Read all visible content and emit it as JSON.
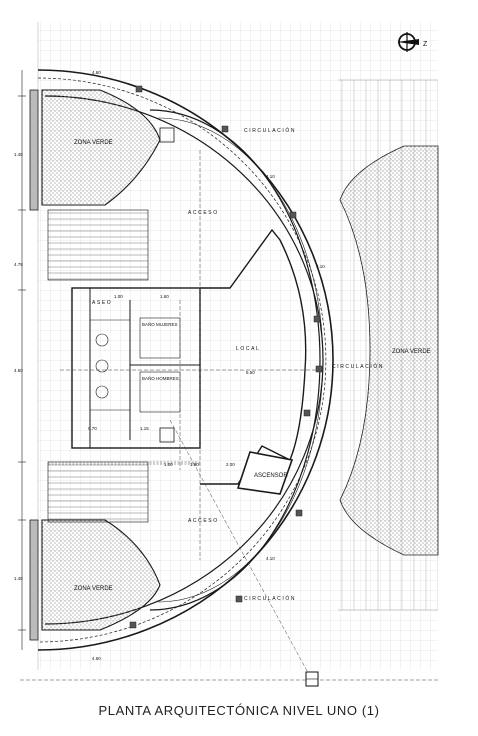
{
  "title": "PLANTA ARQUITECTÓNICA NIVEL UNO (1)",
  "north_label": "Z",
  "labels": {
    "zona_verde": "ZONA VERDE",
    "circulacion": "CIRCULACIÓN",
    "acceso": "ACCESO",
    "local": "LOCAL",
    "aseo": "ASEO",
    "ascensor": "ASCENSOR",
    "bano_mujeres": "BAÑO MUJERES",
    "bano_hombres": "BAÑO HOMBRES"
  },
  "dimensions": {
    "d_4_60": "4.60",
    "d_4_10": "4.10",
    "d_5_50": "5.50",
    "d_1_00": "1.00",
    "d_1_60": "1.60",
    "d_2_00": "2.00",
    "d_0_70": "0.70",
    "d_1_15": "1.15",
    "d_4_79": "4.79",
    "d_4_50": "4.50",
    "d_1_45": "1.45"
  },
  "colors": {
    "line": "#1a1a1a",
    "grid": "#c8c8c8",
    "stipple": "#9a9a9a",
    "column": "#555555"
  }
}
